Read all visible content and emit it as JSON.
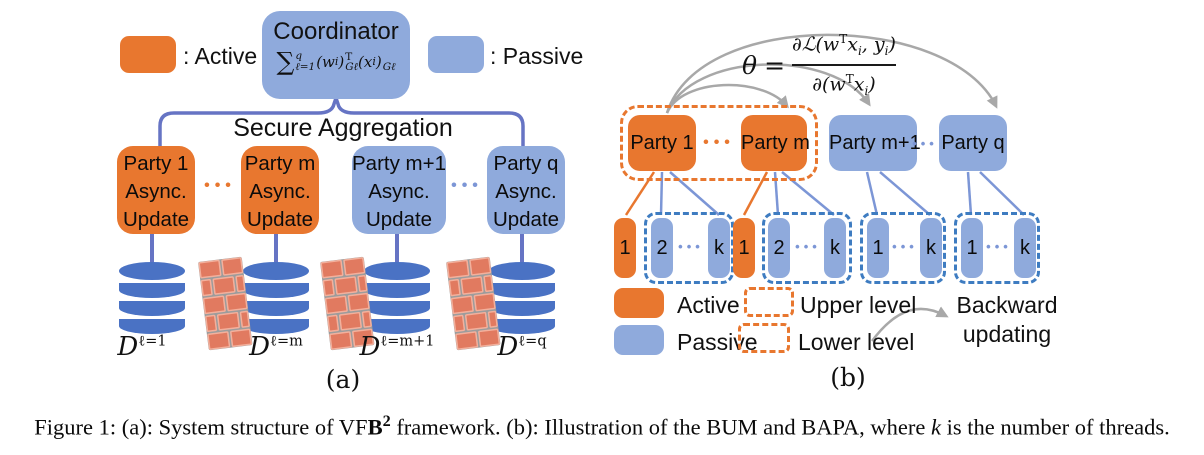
{
  "colors": {
    "active": "#E8772F",
    "passive": "#8FAADC",
    "db_blue": "#4A72C4",
    "line_blue": "#6674C4",
    "line_blue_light": "#7C96D6",
    "dashed_blue": "#3E7CC1",
    "gray": "#A8A8A8",
    "brick": "#E17A60",
    "brick_light": "#F3B09C",
    "mortar": "#9C9C9C"
  },
  "panel_a": {
    "label": "(a)",
    "legend_active": ": Active",
    "legend_passive": ": Passive",
    "coordinator": {
      "title": "Coordinator",
      "formula": {
        "sum_op": "∑",
        "sum_sup": "q",
        "sum_sub": "ℓ=1",
        "w_base": "(w",
        "w_sub": "i",
        "w_close": ")",
        "w_sup": "T",
        "w_gsub": "Gℓ",
        "x_base": "(x",
        "x_sub": "i",
        "x_close": ")",
        "x_gsub": "Gℓ"
      }
    },
    "secure_aggregation": "Secure Aggregation",
    "parties": [
      {
        "l1": "Party 1",
        "l2": "Async.",
        "l3": "Update"
      },
      {
        "l1": "Party m",
        "l2": "Async.",
        "l3": "Update"
      },
      {
        "l1": "Party m+1",
        "l2": "Async.",
        "l3": "Update"
      },
      {
        "l1": "Party q",
        "l2": "Async.",
        "l3": "Update"
      }
    ],
    "dots": "•••",
    "databases": [
      {
        "base": "D",
        "sup": "ℓ=1"
      },
      {
        "base": "D",
        "sup": "ℓ=m"
      },
      {
        "base": "D",
        "sup": "ℓ=m+1"
      },
      {
        "base": "D",
        "sup": "ℓ=q"
      }
    ]
  },
  "panel_b": {
    "label": "(b)",
    "formula": {
      "lhs": "θ",
      "eq": "=",
      "num_1": "∂ℒ(w",
      "num_sup": "T",
      "num_2": "x",
      "num_sub1": "i",
      "num_3": ", y",
      "num_sub2": "i",
      "num_4": ")",
      "den_1": "∂(w",
      "den_sup": "T",
      "den_2": "x",
      "den_sub": "i",
      "den_3": ")"
    },
    "parties": [
      "Party 1",
      "Party m",
      "Party m+1",
      "Party q"
    ],
    "dots": "•••",
    "threads": [
      [
        "1",
        "2",
        "k"
      ],
      [
        "1",
        "2",
        "k"
      ],
      [
        "1",
        "k"
      ],
      [
        "1",
        "k"
      ]
    ],
    "legend": {
      "active": "Active",
      "passive": "Passive",
      "upper": "Upper level",
      "lower": "Lower level",
      "backward_line1": "Backward",
      "backward_line2": "updating"
    }
  },
  "caption": {
    "part1": "Figure 1: (a): System structure of VF",
    "bold": "B",
    "sup": "2",
    "part2": " framework. (b): Illustration of the BUM and BAPA, where ",
    "italic": "k",
    "part3": " is the number of threads."
  }
}
